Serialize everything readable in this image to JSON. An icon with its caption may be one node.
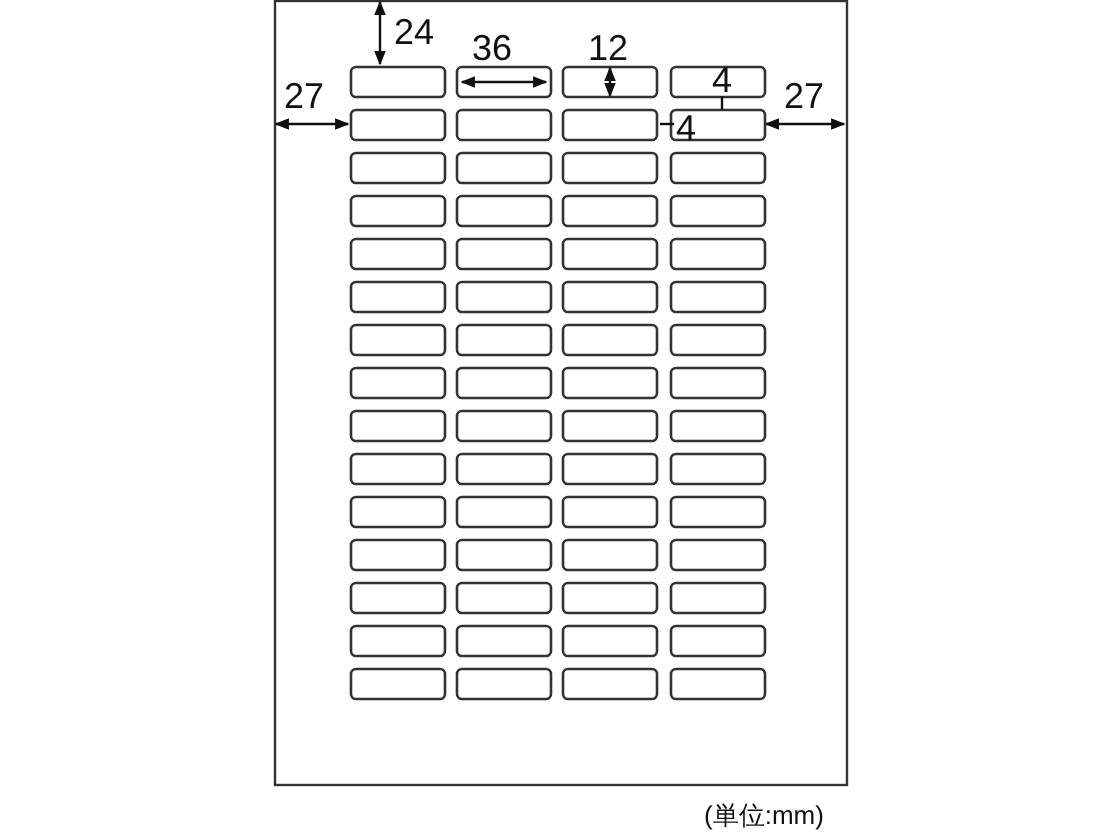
{
  "diagram": {
    "labels": [
      "24",
      "36",
      "12",
      "4",
      "27",
      "4",
      "27",
      "(単位:mm)"
    ]
  }
}
